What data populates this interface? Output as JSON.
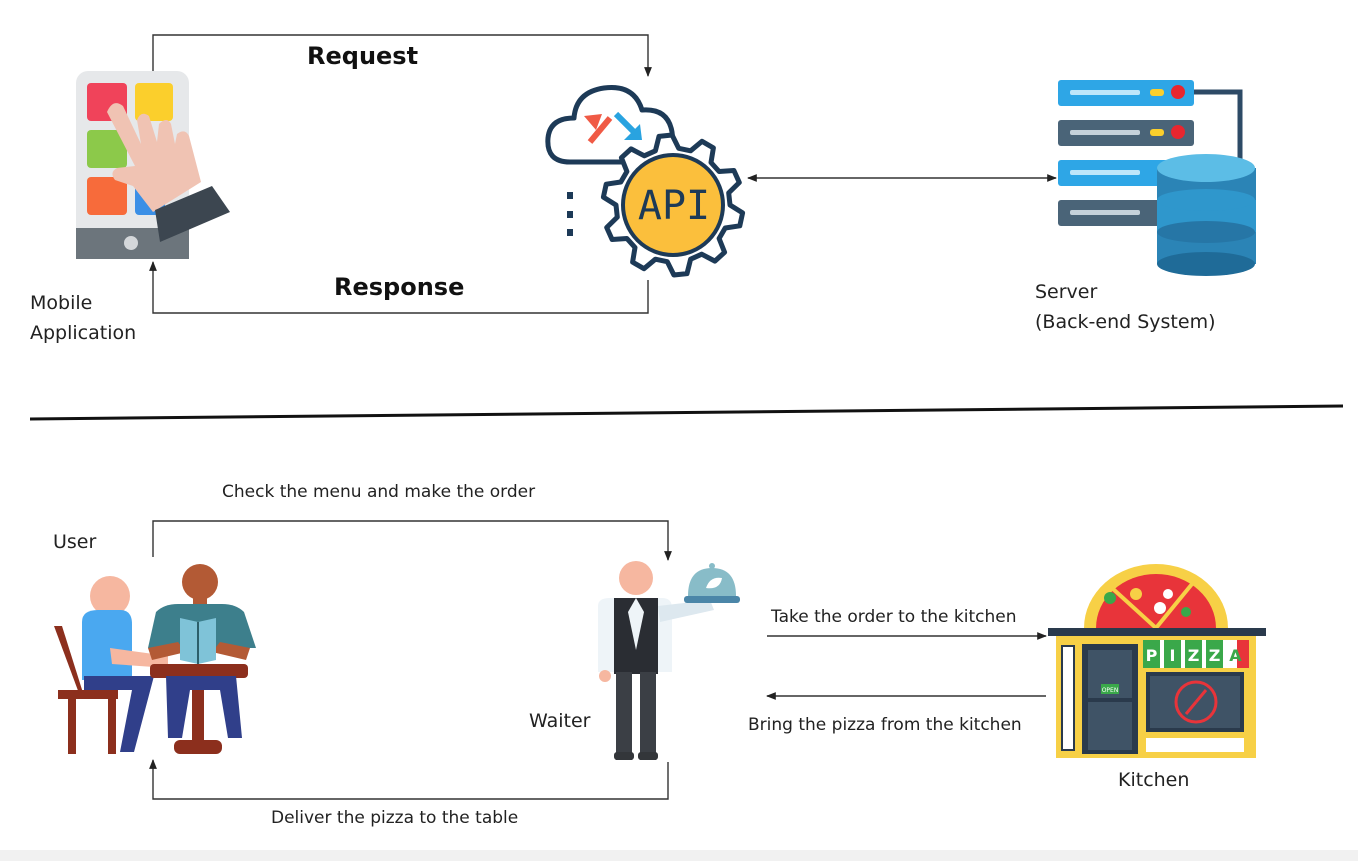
{
  "top": {
    "request_label": "Request",
    "response_label": "Response",
    "mobile_label_line1": "Mobile",
    "mobile_label_line2": "Application",
    "api_text": "API",
    "server_label_line1": "Server",
    "server_label_line2": "(Back-end System)"
  },
  "bottom": {
    "user_label": "User",
    "waiter_label": "Waiter",
    "kitchen_label": "Kitchen",
    "order_label": "Check the menu and make the order",
    "deliver_label": "Deliver the pizza to the table",
    "take_order_label": "Take the order to the kitchen",
    "bring_pizza_label": "Bring the pizza from  the kitchen",
    "pizza_sign_letters": [
      "P",
      "I",
      "Z",
      "Z",
      "A"
    ],
    "open_sign": "OPEN"
  },
  "colors": {
    "api_gear_fill": "#fbbf3c",
    "api_outline": "#1d3a57",
    "server_blue": "#2ea6e6",
    "server_dark": "#4a6478",
    "database_blue": "#2b84b6",
    "pizza_red": "#e8343a",
    "kitchen_yellow": "#f7d046",
    "waiter_vest": "#2a2d33"
  }
}
